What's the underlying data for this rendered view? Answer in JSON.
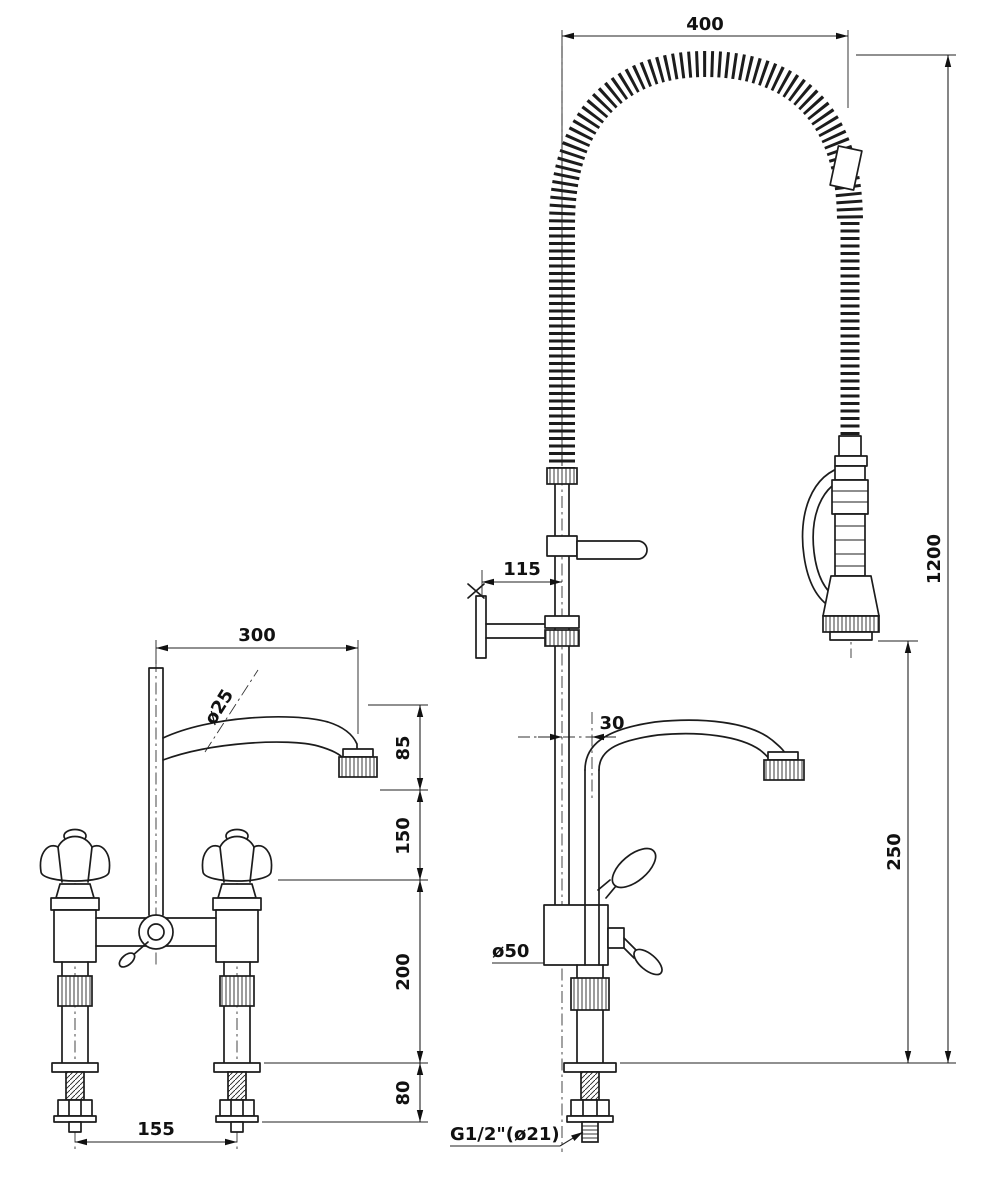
{
  "drawing": {
    "title": "pre-rinse faucet technical drawing",
    "views": {
      "left": "dual-handle bridge mixer side view",
      "right": "pre-rinse unit with coiled hose and spray gun"
    },
    "labels": {
      "d400": "400",
      "d1200": "1200",
      "d115": "115",
      "d30": "30",
      "d250": "250",
      "d50": "ø50",
      "thread": "G1/2\"(ø21)",
      "d300": "300",
      "d25": "ø25",
      "d85": "85",
      "d150": "150",
      "d200": "200",
      "d80": "80",
      "d155": "155"
    }
  }
}
